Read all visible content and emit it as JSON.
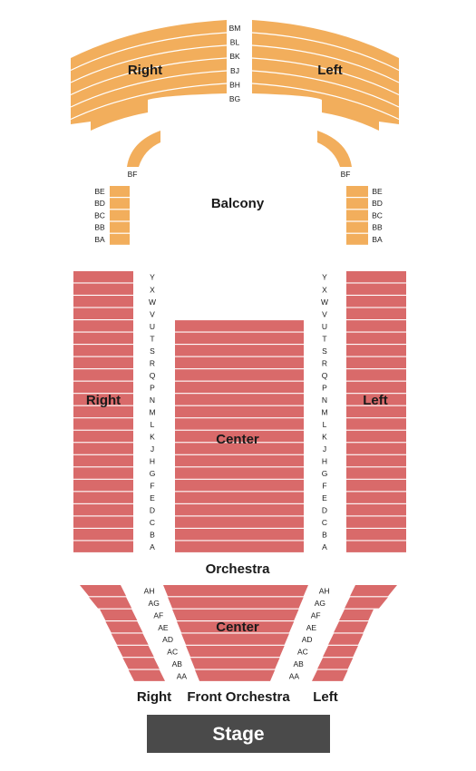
{
  "colors": {
    "balcony": "#f2ae5c",
    "orchestra": "#d96a6a",
    "stage": "#4a4a4a",
    "divider": "#ffffff",
    "text": "#1a1a1a",
    "stage_text": "#ffffff"
  },
  "balcony": {
    "name": "Balcony",
    "upper_rows": [
      "BM",
      "BL",
      "BK",
      "BJ",
      "BH",
      "BG"
    ],
    "right_label": "Right",
    "left_label": "Left",
    "box_label": "BF",
    "side_rows": [
      "BE",
      "BD",
      "BC",
      "BB",
      "BA"
    ]
  },
  "orchestra": {
    "name": "Orchestra",
    "rows": [
      "Y",
      "X",
      "W",
      "V",
      "U",
      "T",
      "S",
      "R",
      "Q",
      "P",
      "N",
      "M",
      "L",
      "K",
      "J",
      "H",
      "G",
      "F",
      "E",
      "D",
      "C",
      "B",
      "A"
    ],
    "right_label": "Right",
    "center_label": "Center",
    "left_label": "Left"
  },
  "front_orchestra": {
    "name": "Front Orchestra",
    "rows": [
      "AH",
      "AG",
      "AF",
      "AE",
      "AD",
      "AC",
      "AB",
      "AA"
    ],
    "right_label": "Right",
    "center_label": "Center",
    "left_label": "Left"
  },
  "stage": {
    "label": "Stage"
  }
}
